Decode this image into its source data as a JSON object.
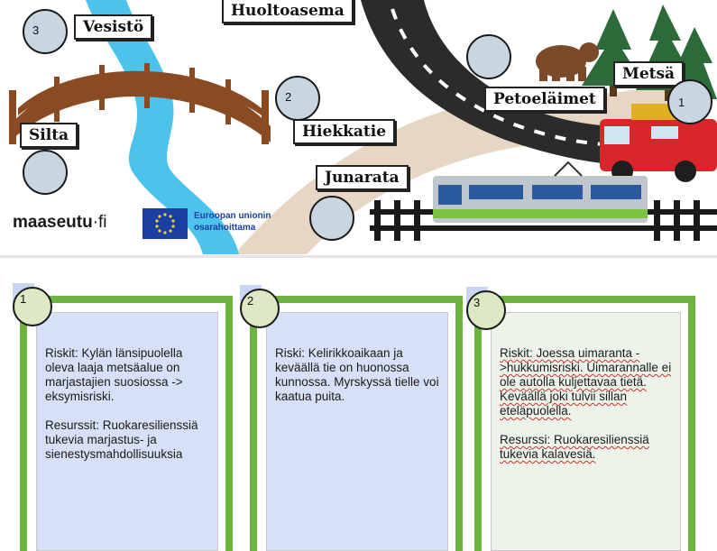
{
  "map": {
    "labels": {
      "huoltoasema": "Huoltoasema",
      "vesisto": "Vesistö",
      "metsa": "Metsä",
      "petoelaimet": "Petoeläimet",
      "silta": "Silta",
      "hiekkatie": "Hiekkatie",
      "junarata": "Junarata"
    },
    "pins": {
      "p1": "1",
      "p2": "2",
      "p3": "3"
    },
    "logo": {
      "brand": "maaseutu",
      "suffix": "fi"
    },
    "eu": {
      "line1": "Euroopan unionin",
      "line2": "osarahoittama"
    },
    "colors": {
      "river": "#4cc3ec",
      "road": "#2b2b2b",
      "bridge": "#8a4a22",
      "sand": "#e8d6c4",
      "green": "#6db33f"
    }
  },
  "cards": [
    {
      "num": "1",
      "bg": "#d6e0f7",
      "p1": "Riskit: Kylän länsipuolella oleva laaja metsäalue on marjastajien suosiossa -> eksymisriski.",
      "p2": "Resurssit: Ruokaresilienssiä tukevia marjastus- ja sienestysmahdollisuuksia"
    },
    {
      "num": "2",
      "bg": "#d6e0f7",
      "p1": "Riski: Kelirikkoaikaan ja keväällä tie on huonossa kunnossa. Myrskyssä tielle voi kaatua puita."
    },
    {
      "num": "3",
      "bg": "#eef3ea",
      "p1": "Riskit: Joessa uimaranta ->hukkumisriski. Uimarannalle ei ole autolla kuljettavaa tietä. Keväällä joki tulvii sillan eteläpuolella.",
      "p2": "Resurssi: Ruokaresilienssiä tukevia kalavesiä."
    }
  ]
}
